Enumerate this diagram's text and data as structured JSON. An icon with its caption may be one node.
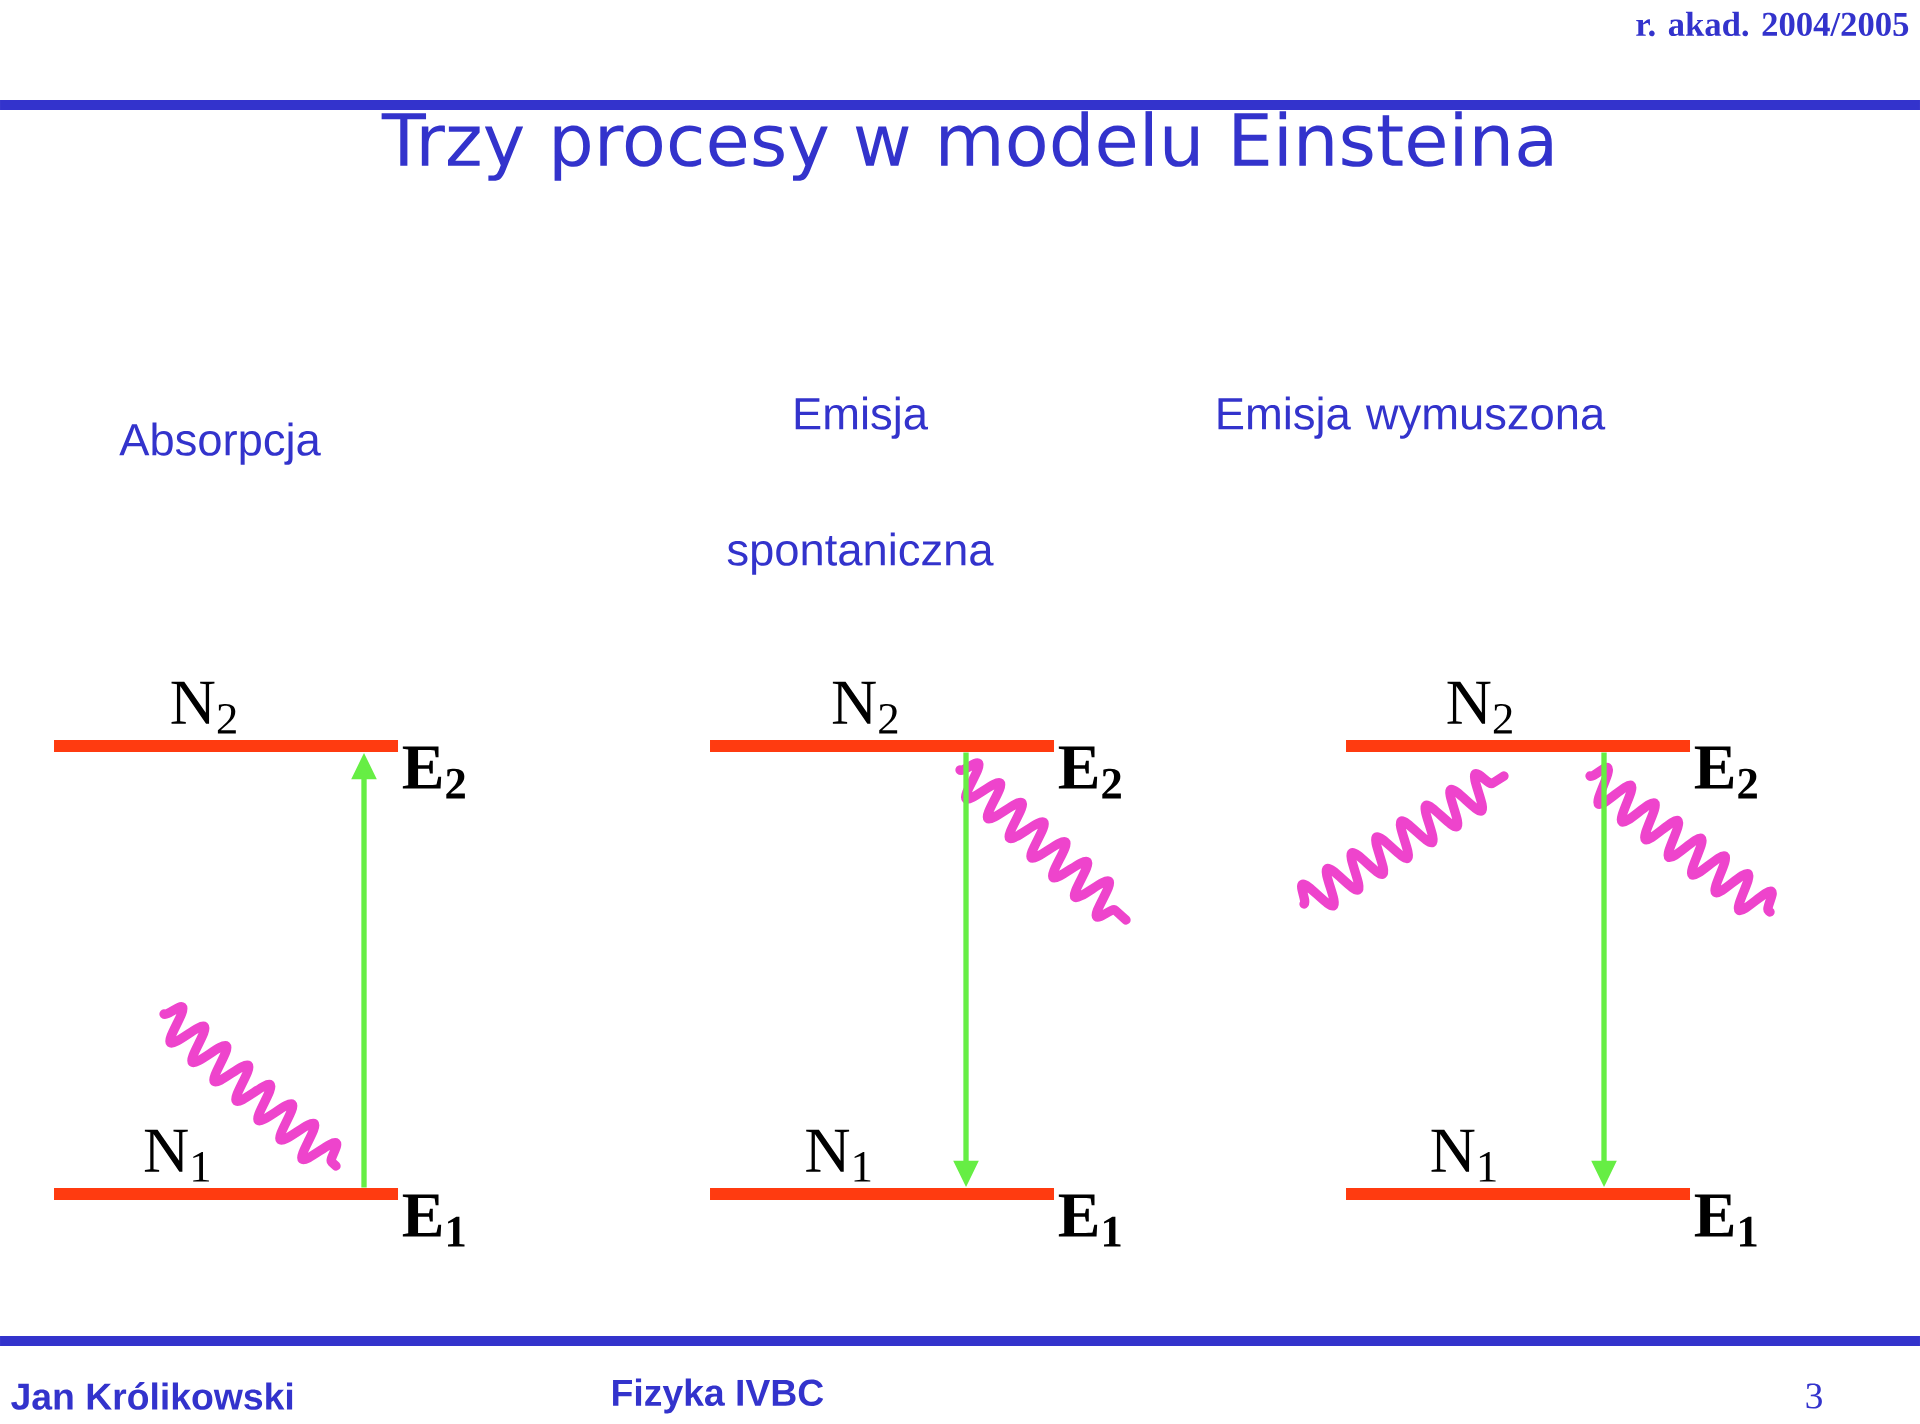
{
  "diagram": {
    "title": "Trzy procesy w modelu Einsteina",
    "nodes": [
      {
        "text": [
          "N$_{2}$",
          "E$_{2}$"
        ]
      },
      {
        "text": [
          "N$_{1}$",
          "E$_{1}$"
        ]
      },
      {
        "text": [
          "N$_{2}$",
          "E$_{2}$"
        ]
      },
      {
        "text": [
          "N$_{1}$",
          "E$_{1}$"
        ]
      },
      {
        "text": [
          "N$_{2}$",
          "E$_{2}$"
        ]
      },
      {
        "text": [
          "N$_{1}$",
          "E$_{1}$"
        ]
      }
    ],
    "edges": [
      {
        "from": 1,
        "to": 0,
        "arrow": "to"
      },
      {
        "from": 2,
        "to": 3,
        "arrow": "to"
      },
      {
        "from": 4,
        "to": 5,
        "arrow": "to"
      }
    ],
    "labels": [
      "r. akad. 2004/2005",
      "Absorpcja",
      "Emisja spontaniczna",
      "Emisja wymuszona",
      "Jan Królikowski",
      "Fizyka IVBC",
      "3"
    ]
  }
}
